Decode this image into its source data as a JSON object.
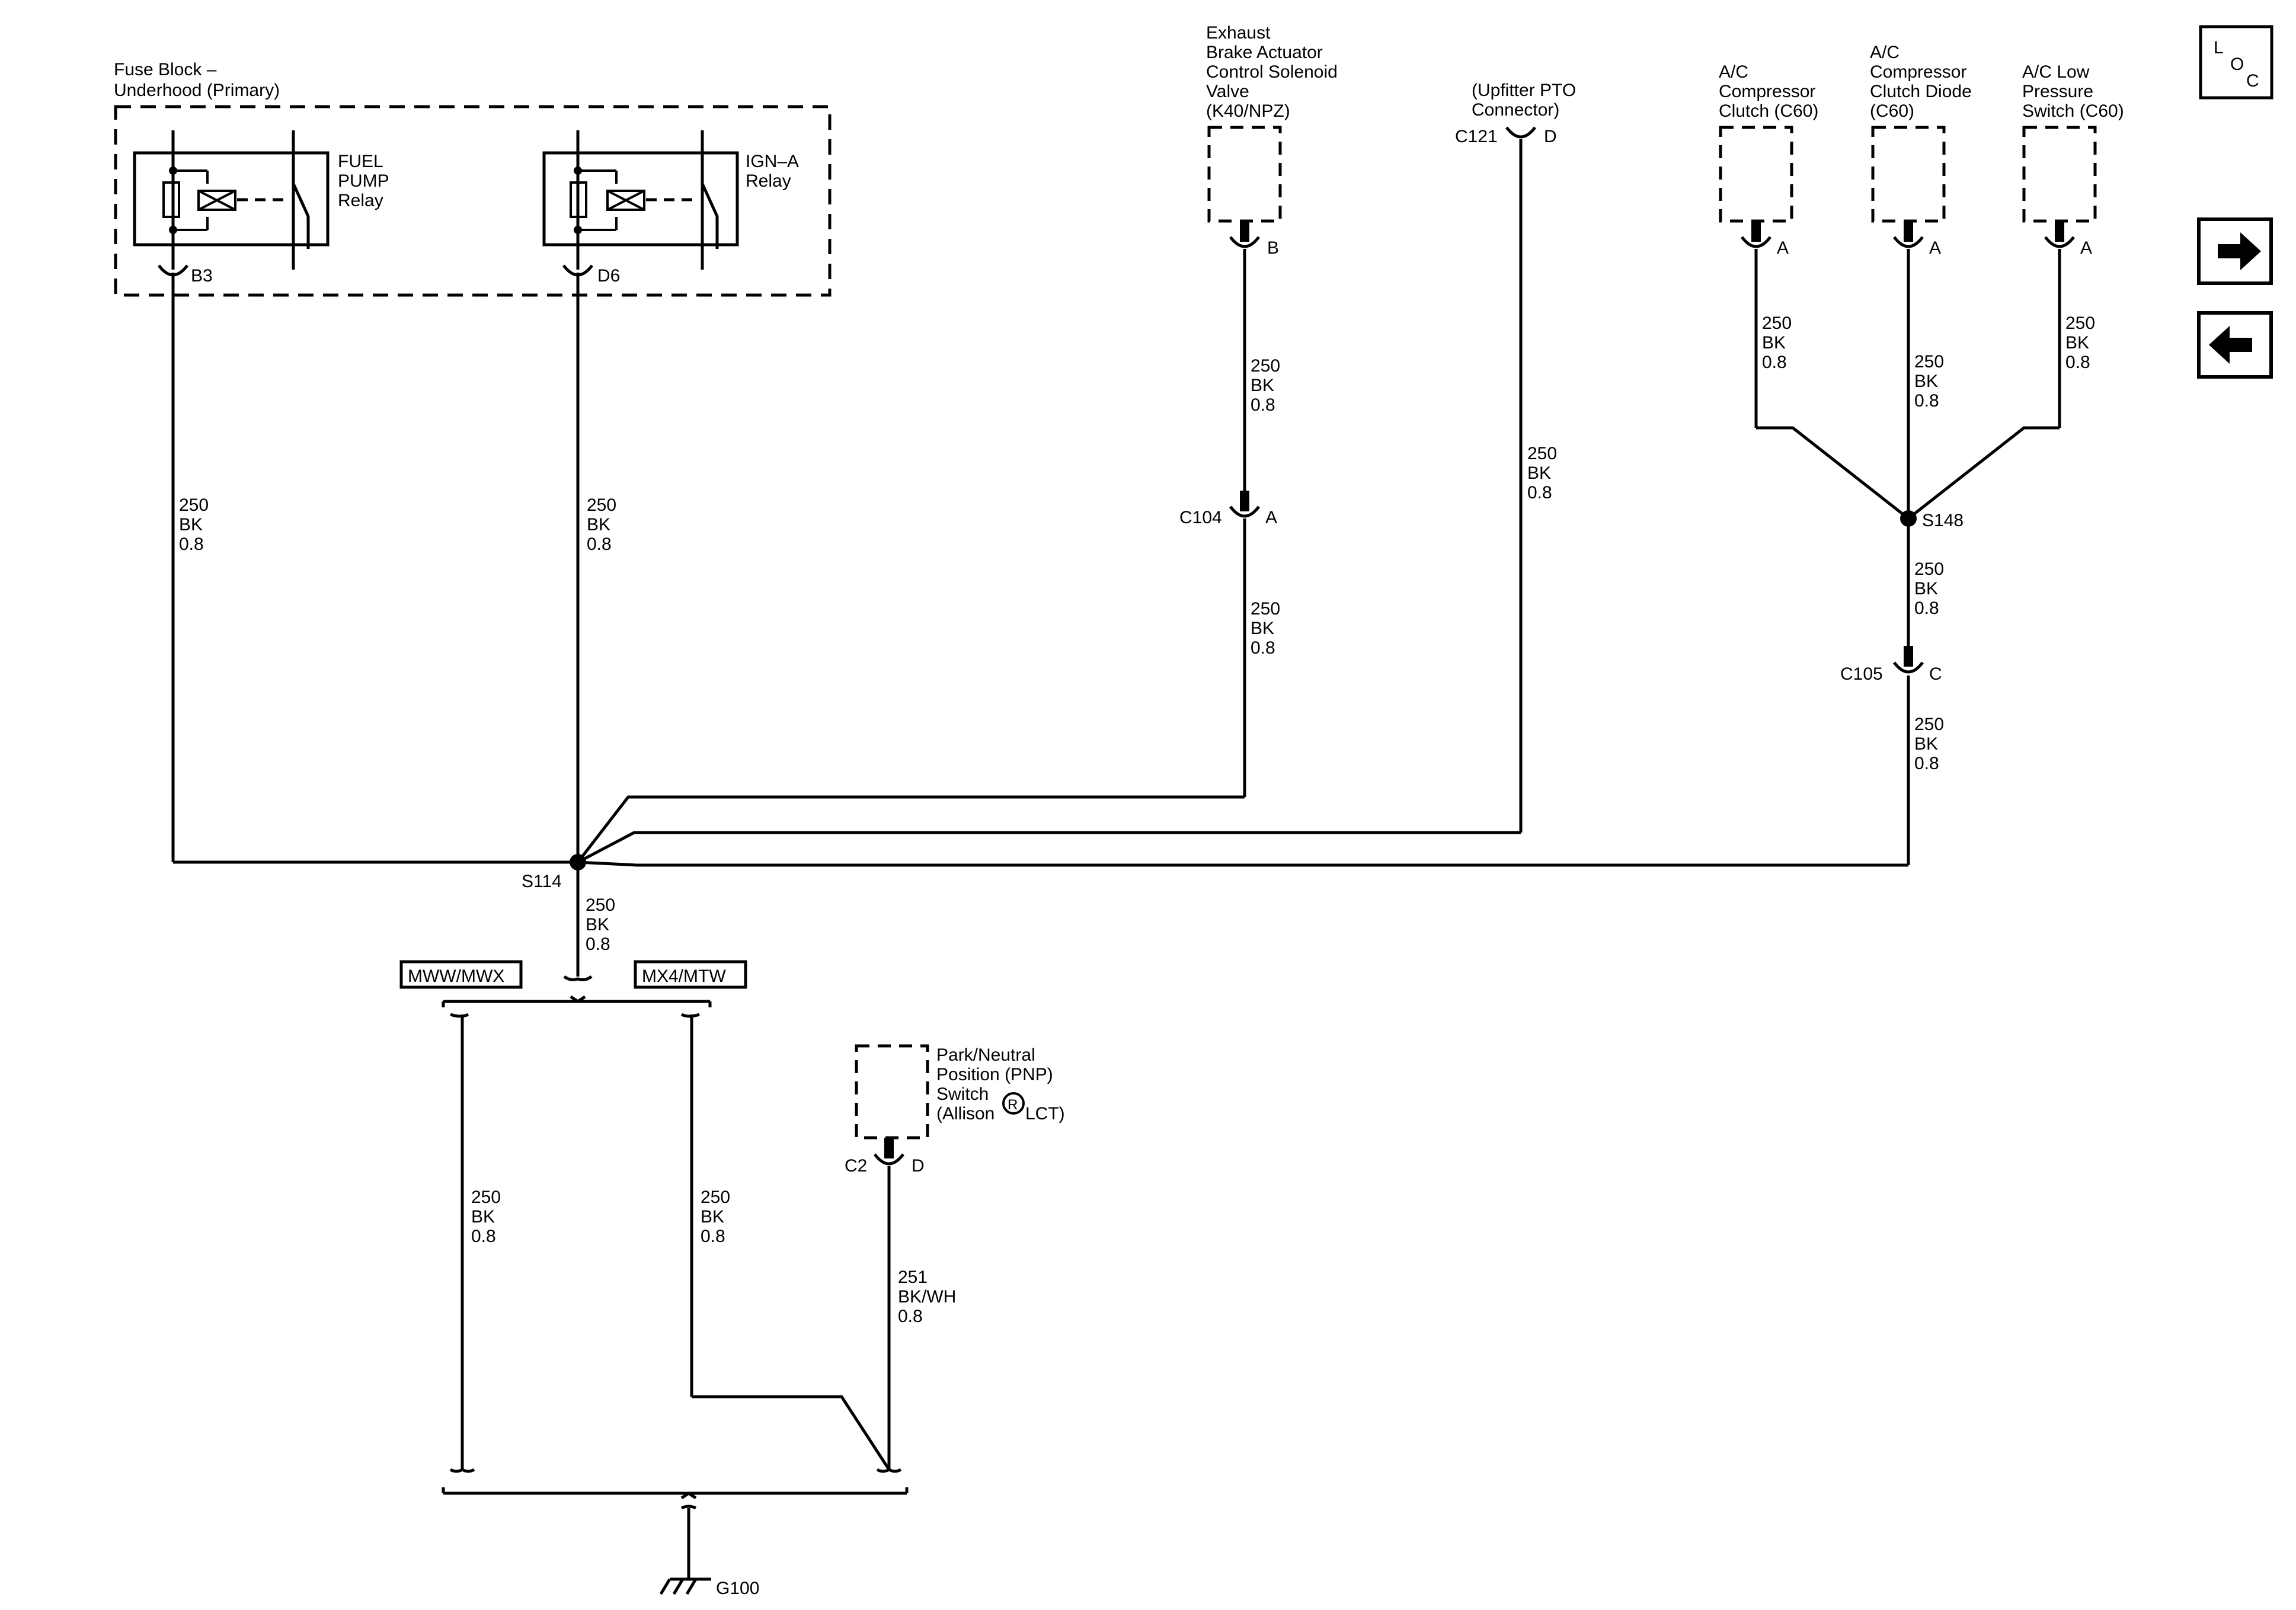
{
  "fuse_block": {
    "title_line1": "Fuse Block –",
    "title_line2": "Underhood (Primary)"
  },
  "relays": [
    {
      "line1": "FUEL",
      "line2": "PUMP",
      "line3": "Relay",
      "pin": "B3"
    },
    {
      "line1": "IGN–A",
      "line2": "Relay",
      "pin": "D6"
    }
  ],
  "components": {
    "exhaust_brake": {
      "lines": [
        "Exhaust",
        "Brake Actuator",
        "Control Solenoid",
        "Valve",
        "(K40/NPZ)"
      ],
      "pin": "B"
    },
    "upfitter_pto": {
      "lines": [
        "(Upfitter PTO",
        "Connector)"
      ],
      "connector": "C121",
      "pin": "D"
    },
    "ac_clutch": {
      "lines": [
        "A/C",
        "Compressor",
        "Clutch (C60)"
      ],
      "pin": "A"
    },
    "ac_diode": {
      "lines": [
        "A/C",
        "Compressor",
        "Clutch Diode",
        "(C60)"
      ],
      "pin": "A"
    },
    "ac_pressure": {
      "lines": [
        "A/C Low",
        "Pressure",
        "Switch (C60)"
      ],
      "pin": "A"
    },
    "pnp_switch": {
      "lines": [
        "Park/Neutral",
        "Position (PNP)",
        "Switch",
        "(Allison",
        "LCT)"
      ],
      "registered": "R",
      "connector": "C2",
      "pin": "D"
    }
  },
  "connectors": {
    "c104": {
      "id": "C104",
      "pin": "A"
    },
    "c105": {
      "id": "C105",
      "pin": "C"
    }
  },
  "splices": {
    "s114": "S114",
    "s148": "S148"
  },
  "ground": "G100",
  "options": {
    "left": "MWW/MWX",
    "right": "MX4/MTW"
  },
  "wire_main": {
    "circuit": "250",
    "color": "BK",
    "size": "0.8"
  },
  "wire_pnp": {
    "circuit": "251",
    "color": "BK/WH",
    "size": "0.8"
  },
  "nav": {
    "loc_l": "L",
    "loc_o": "O",
    "loc_c": "C"
  },
  "icons": {
    "forward": "arrow-right-icon",
    "back": "arrow-left-icon",
    "locator": "locator-icon"
  }
}
